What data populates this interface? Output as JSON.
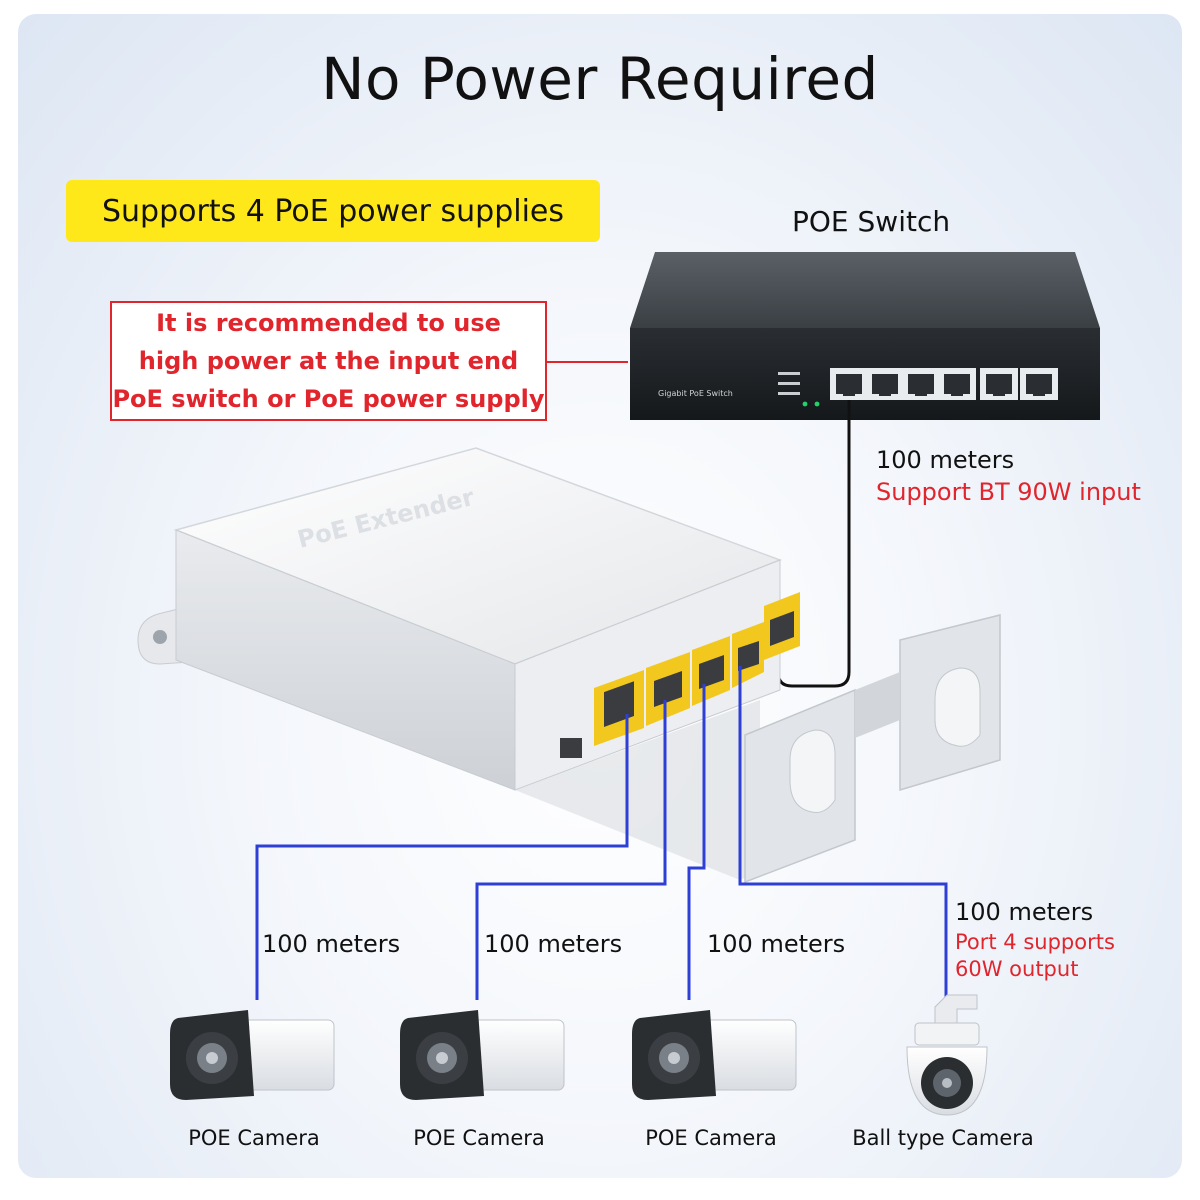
{
  "title": "No Power Required",
  "badge": "Supports 4 PoE power supplies",
  "switch": {
    "label": "POE Switch",
    "device_text": "Gigabit PoE Switch"
  },
  "recommendation": [
    "It is recommended to use",
    "high power at the input end",
    "PoE switch or PoE power supply"
  ],
  "uplink": {
    "distance": "100 meters",
    "note": "Support BT 90W input"
  },
  "extender": {
    "label": "PoE Extender"
  },
  "cameras": [
    {
      "distance": "100 meters",
      "label": "POE Camera"
    },
    {
      "distance": "100 meters",
      "label": "POE Camera"
    },
    {
      "distance": "100 meters",
      "label": "POE Camera"
    },
    {
      "distance": "100 meters",
      "note_lines": [
        "Port 4 supports",
        "60W output"
      ],
      "label": "Ball type Camera"
    }
  ],
  "colors": {
    "badge_bg": "#ffe819",
    "warning_red": "#e0252d",
    "cable_blue": "#2e3fd6",
    "port_yellow": "#f2c81e",
    "switch_body": "#2b2f33"
  },
  "icons": [
    "bullet-camera-icon",
    "dome-camera-icon",
    "rj45-port-icon"
  ]
}
